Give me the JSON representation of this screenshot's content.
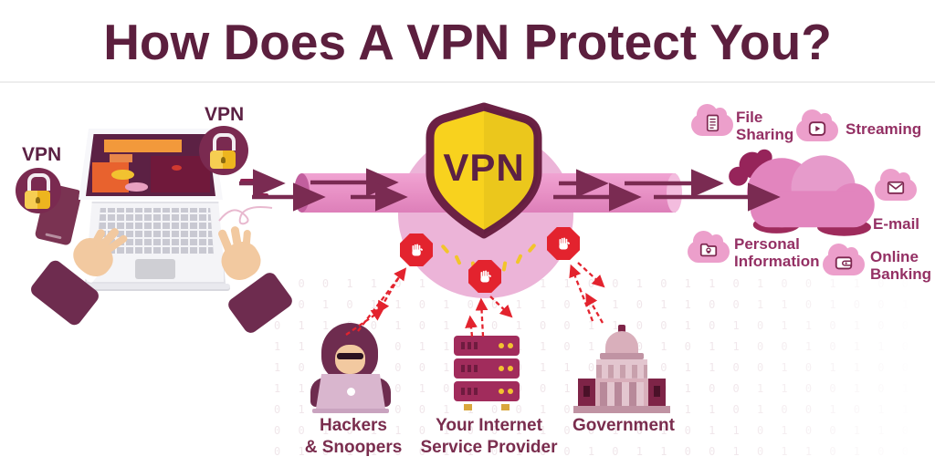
{
  "title": "How Does A VPN Protect You?",
  "badges": {
    "left": "VPN",
    "top": "VPN",
    "shield": "VPN"
  },
  "services": [
    {
      "label": "File Sharing"
    },
    {
      "label": "Streaming"
    },
    {
      "label": "E-mail"
    },
    {
      "label": "Personal Information"
    },
    {
      "label": "Online Banking"
    }
  ],
  "threats": [
    {
      "line1": "Hackers",
      "line2": "& Snoopers"
    },
    {
      "line1": "Your Internet",
      "line2": "Service Provider"
    },
    {
      "line1": "Government",
      "line2": ""
    }
  ],
  "colors": {
    "title_maroon": "#5C1F3E",
    "arrow_maroon": "#7A2B52",
    "tunnel_pink": "#E78FC4",
    "shield_yellow": "#F8D21E",
    "shield_border": "#6B2144",
    "stop_red": "#E3232E",
    "cloud_pink": "#E285BE",
    "lock_gold": "#F2C230"
  },
  "decor": {
    "binary": "1 0 0 1 1 0 1 0 0 1 0 1 1 0 0 1 0 1 1 0 1 0 0 1 1 0 0 1 0 1 0 1 1 0 1 0 0 1 1 0 0 1 0 1"
  }
}
